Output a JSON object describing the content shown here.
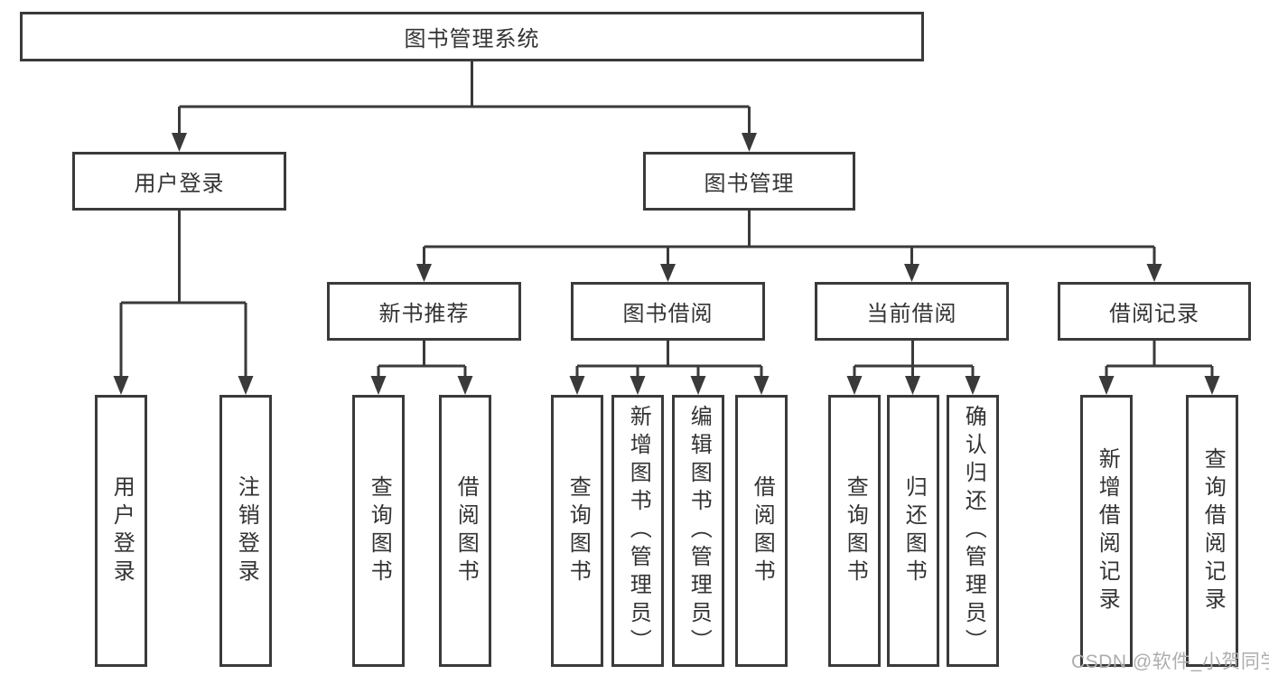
{
  "colors": {
    "line": "#3a3a3a",
    "text": "#333333",
    "watermark": "#aeaeae",
    "background": "#ffffff"
  },
  "watermark": "CSDN @软件_小贺同学",
  "tree": {
    "label": "图书管理系统",
    "children": [
      {
        "label": "用户登录",
        "children": [
          {
            "label": "用户登录"
          },
          {
            "label": "注销登录"
          }
        ]
      },
      {
        "label": "图书管理",
        "children": [
          {
            "label": "新书推荐",
            "children": [
              {
                "label": "查询图书"
              },
              {
                "label": "借阅图书"
              }
            ]
          },
          {
            "label": "图书借阅",
            "children": [
              {
                "label": "查询图书"
              },
              {
                "label": "新增图书（管理员）"
              },
              {
                "label": "编辑图书（管理员）"
              },
              {
                "label": "借阅图书"
              }
            ]
          },
          {
            "label": "当前借阅",
            "children": [
              {
                "label": "查询图书"
              },
              {
                "label": "归还图书"
              },
              {
                "label": "确认归还（管理员）"
              }
            ]
          },
          {
            "label": "借阅记录",
            "children": [
              {
                "label": "新增借阅记录"
              },
              {
                "label": "查询借阅记录"
              }
            ]
          }
        ]
      }
    ]
  }
}
